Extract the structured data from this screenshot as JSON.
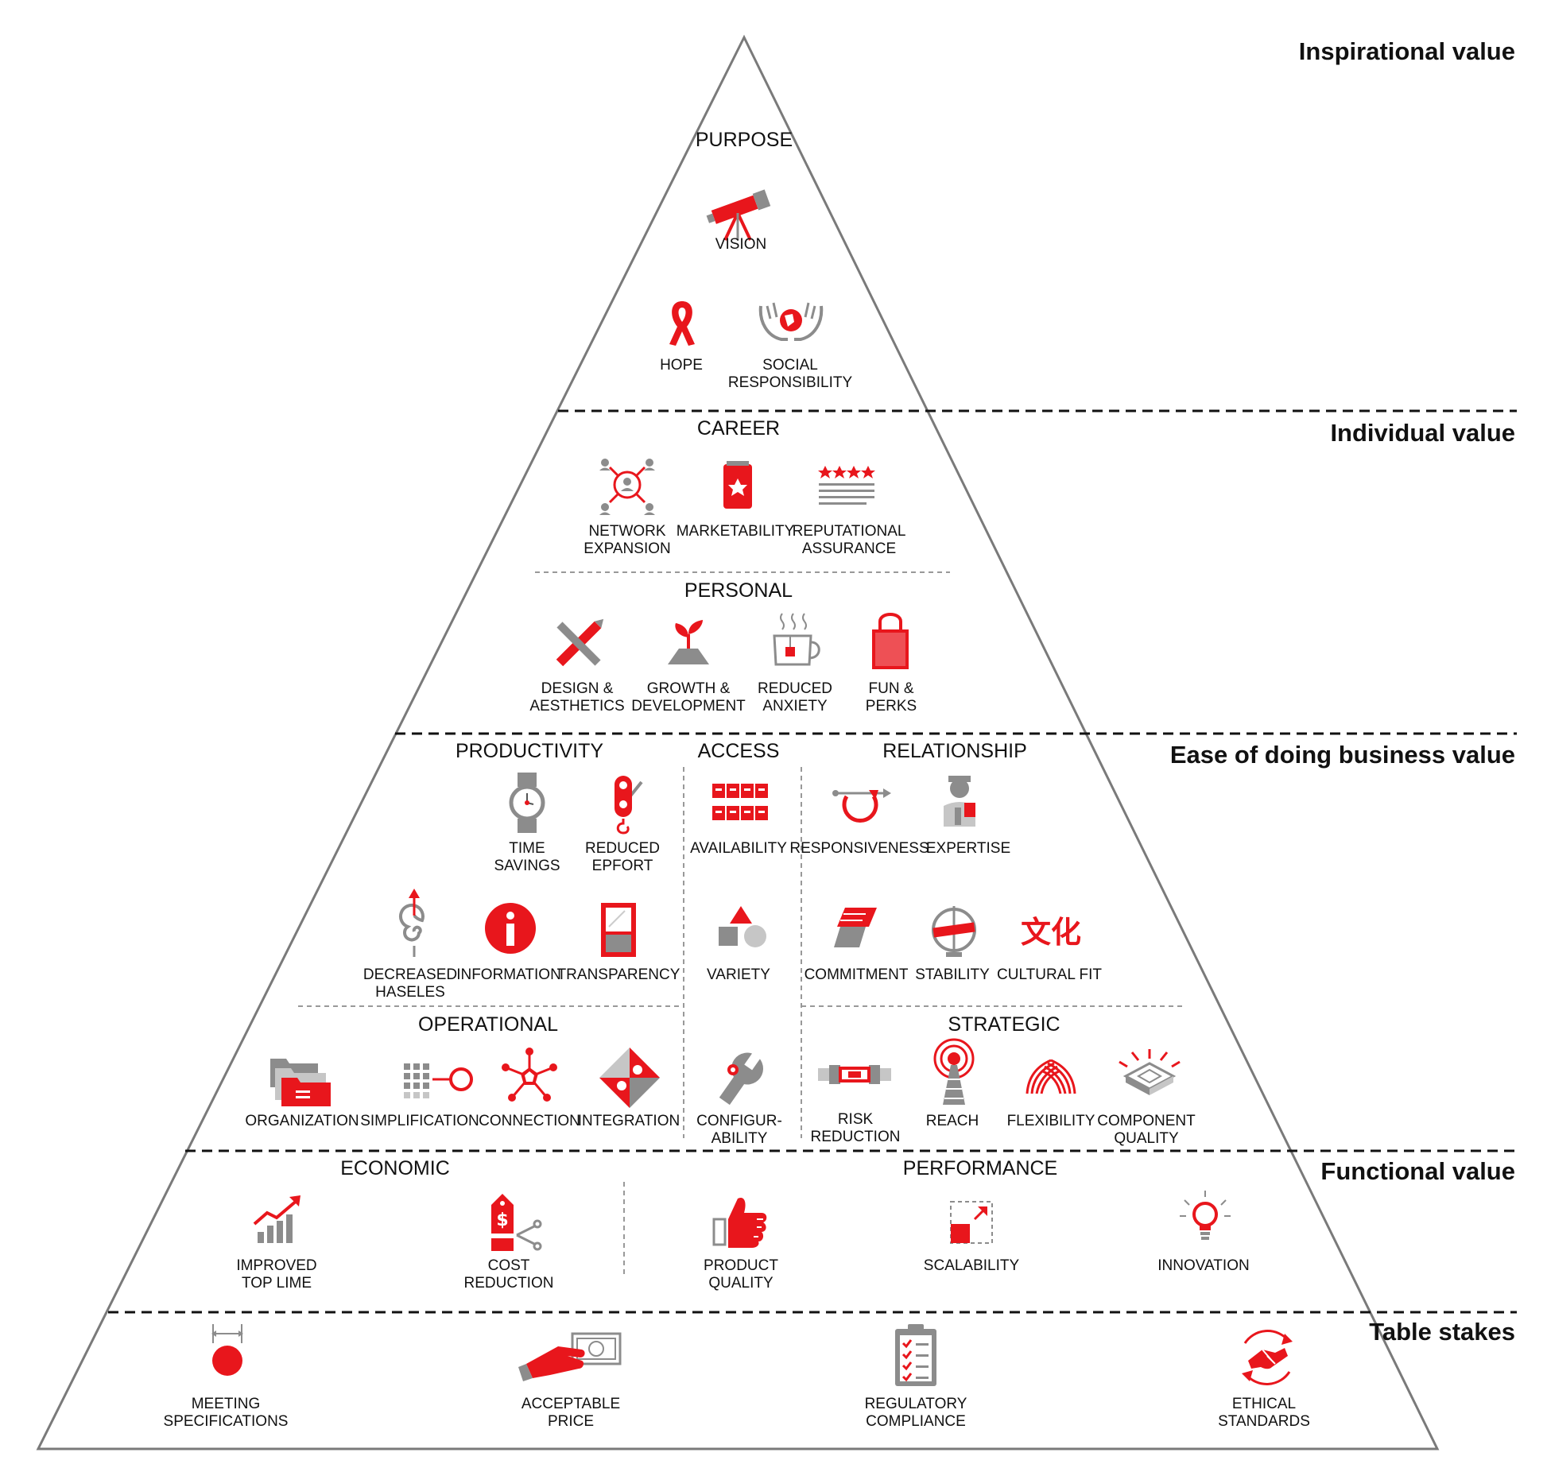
{
  "tiers": {
    "inspirational": "Inspirational value",
    "individual": "Individual value",
    "ease": "Ease of doing business value",
    "functional": "Functional value",
    "table_stakes": "Table stakes"
  },
  "sections": {
    "purpose": "PURPOSE",
    "career": "CAREER",
    "personal": "PERSONAL",
    "productivity": "PRODUCTIVITY",
    "access": "ACCESS",
    "relationship": "RELATIONSHIP",
    "operational": "OPERATIONAL",
    "strategic": "STRATEGIC",
    "economic": "ECONOMIC",
    "performance": "PERFORMANCE"
  },
  "items": {
    "vision": [
      "VISION"
    ],
    "hope": [
      "HOPE"
    ],
    "social_responsibility": [
      "SOCIAL",
      "RESPONSIBILITY"
    ],
    "network_expansion": [
      "NETWORK",
      "EXPANSION"
    ],
    "marketability": [
      "MARKETABILITY"
    ],
    "reputational_assurance": [
      "REPUTATIONAL",
      "ASSURANCE"
    ],
    "design_aesthetics": [
      "DESIGN &",
      "AESTHETICS"
    ],
    "growth_development": [
      "GROWTH &",
      "DEVELOPMENT"
    ],
    "reduced_anxiety": [
      "REDUCED",
      "ANXIETY"
    ],
    "fun_perks": [
      "FUN &",
      "PERKS"
    ],
    "time_savings": [
      "TIME",
      "SAVINGS"
    ],
    "reduced_effort": [
      "REDUCED",
      "EPFORT"
    ],
    "availability": [
      "AVAILABILITY"
    ],
    "responsiveness": [
      "RESPONSIVENESS"
    ],
    "expertise": [
      "EXPERTISE"
    ],
    "decreased_hassles": [
      "DECREASED",
      "HASELES"
    ],
    "information": [
      "INFORMATION"
    ],
    "transparency": [
      "TRANSPARENCY"
    ],
    "variety": [
      "VARIETY"
    ],
    "commitment": [
      "COMMITMENT"
    ],
    "stability": [
      "STABILITY"
    ],
    "cultural_fit": [
      "CULTURAL FIT"
    ],
    "organization": [
      "ORGANIZATION"
    ],
    "simplification": [
      "SIMPLIFICATION"
    ],
    "connection": [
      "CONNECTION"
    ],
    "integration": [
      "INTEGRATION"
    ],
    "configurability": [
      "CONFIGUR-",
      "ABILITY"
    ],
    "risk_reduction": [
      "RISK",
      "REDUCTION"
    ],
    "reach": [
      "REACH"
    ],
    "flexibility": [
      "FLEXIBILITY"
    ],
    "component_quality": [
      "COMPONENT",
      "QUALITY"
    ],
    "improved_top_line": [
      "IMPROVED",
      "TOP LIME"
    ],
    "cost_reduction": [
      "COST",
      "REDUCTION"
    ],
    "product_quality": [
      "PRODUCT",
      "QUALITY"
    ],
    "scalability": [
      "SCALABILITY"
    ],
    "innovation": [
      "INNOVATION"
    ],
    "meeting_specifications": [
      "MEETING",
      "SPECIFICATIONS"
    ],
    "acceptable_price": [
      "ACCEPTABLE",
      "PRICE"
    ],
    "regulatory_compliance": [
      "REGULATORY",
      "COMPLIANCE"
    ],
    "ethical_standards": [
      "ETHICAL",
      "STANDARDS"
    ]
  },
  "icon_text": {
    "cultural_fit": "文化",
    "cost_tag": "$"
  },
  "colors": {
    "accent": "#e8161c",
    "icon_gray": "#8c8c8c",
    "outline": "#7a7a7a",
    "text": "#111111"
  }
}
